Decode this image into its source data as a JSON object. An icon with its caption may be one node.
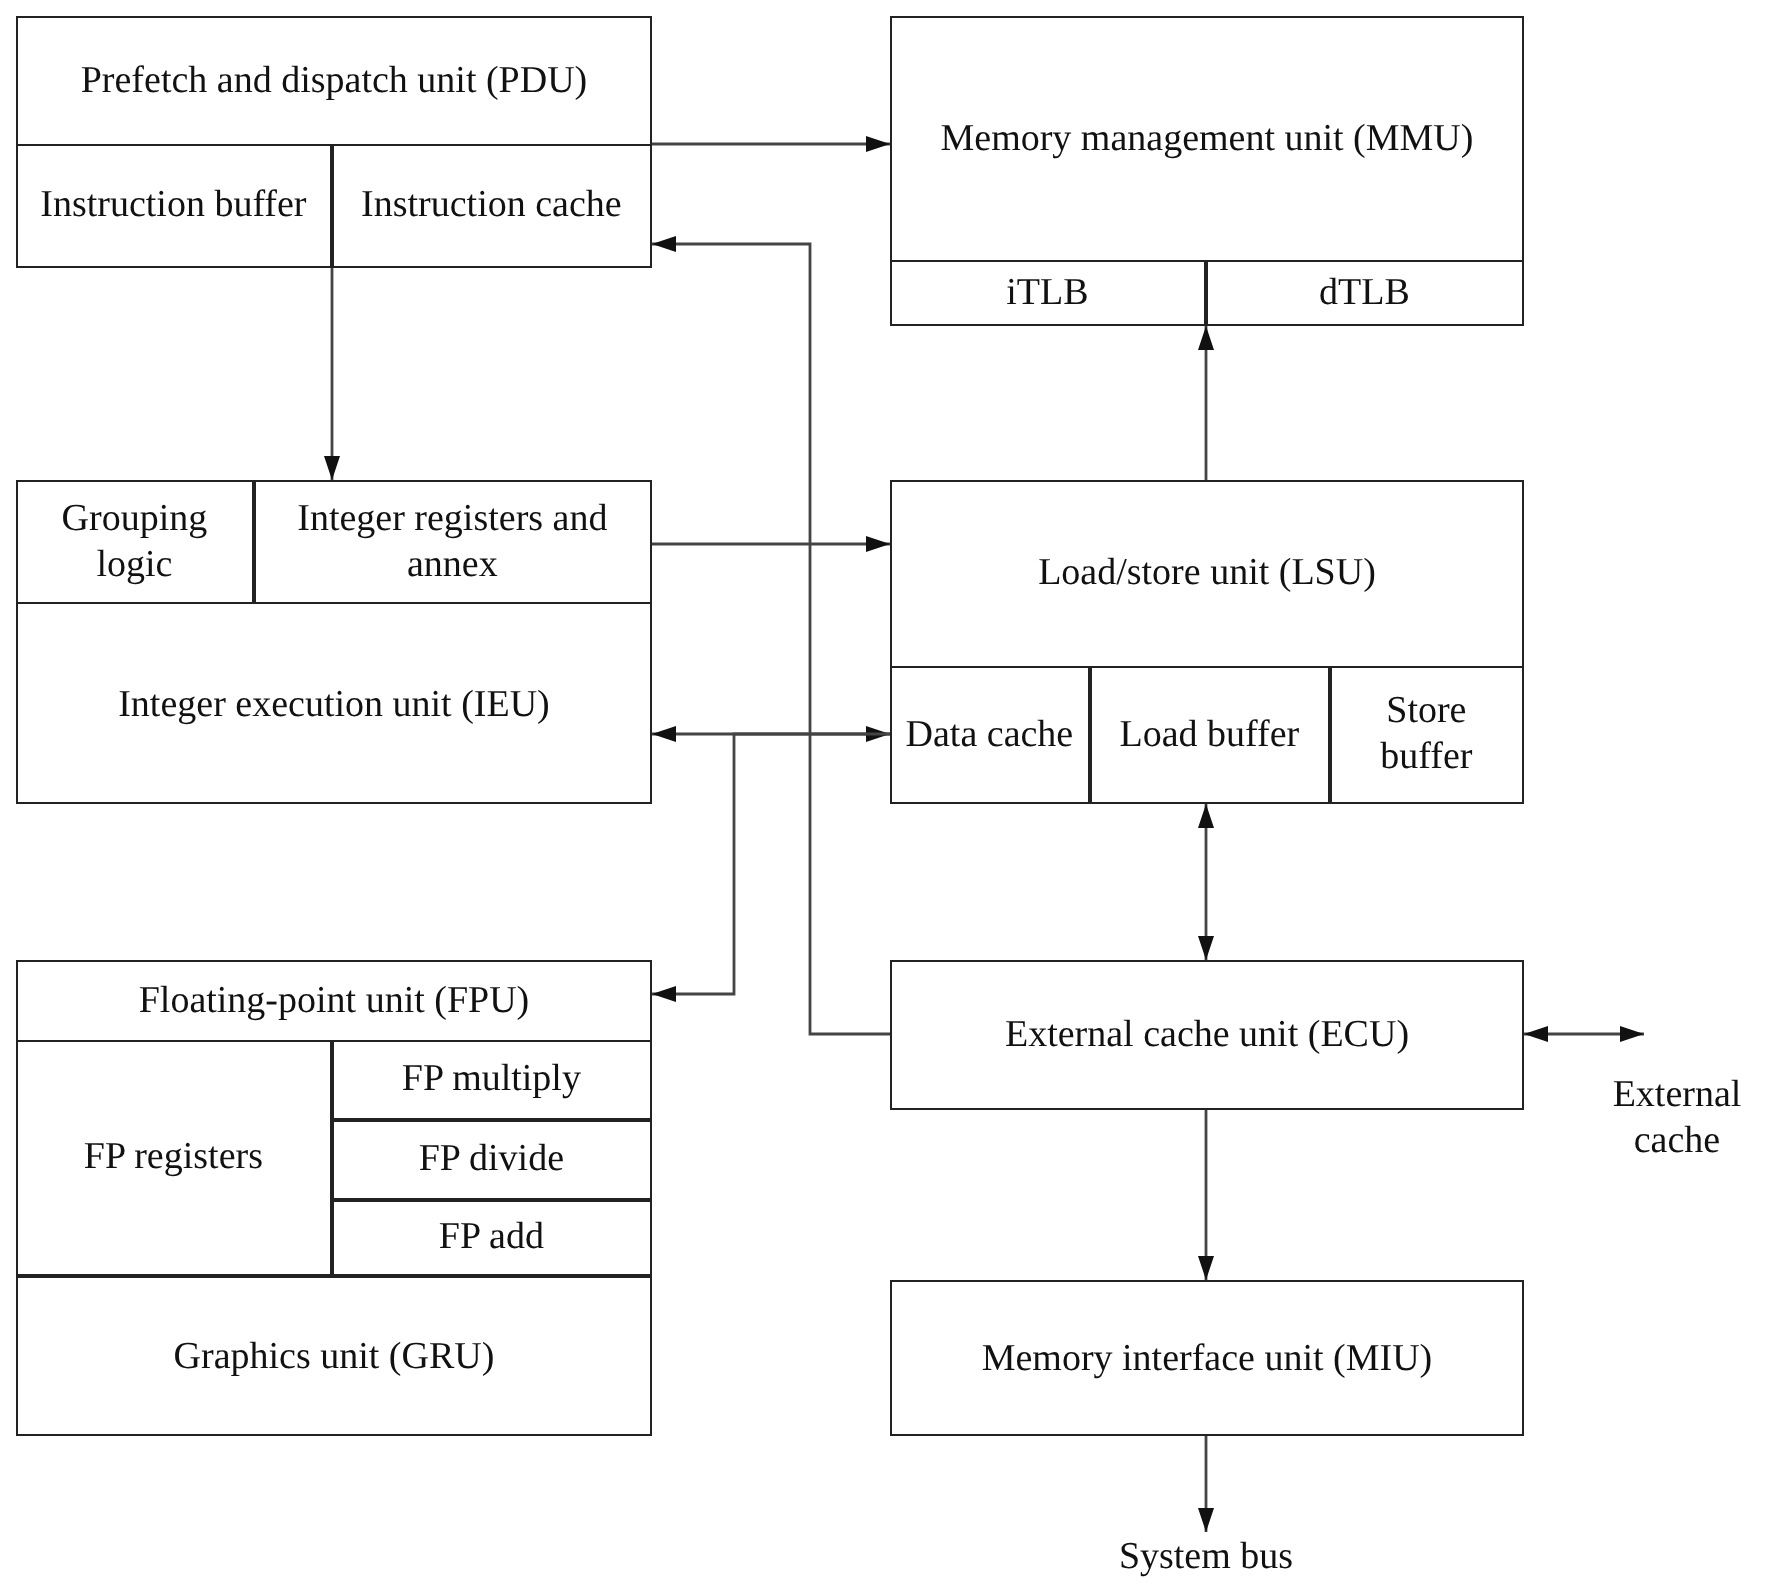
{
  "diagram": {
    "nodes": [
      {
        "text": [
          "Prefetch and dispatch unit (PDU)"
        ]
      },
      {
        "text": [
          "Instruction buffer"
        ],
        "in": 0
      },
      {
        "text": [
          "Instruction cache"
        ],
        "in": 0
      },
      {
        "text": [
          "Memory management unit (MMU)"
        ]
      },
      {
        "text": [
          "iTLB"
        ],
        "in": 3
      },
      {
        "text": [
          "dTLB"
        ],
        "in": 3
      },
      {
        "text": [
          "Integer execution unit (IEU)"
        ]
      },
      {
        "text": [
          "Grouping logic"
        ],
        "in": 6
      },
      {
        "text": [
          "Integer registers and annex"
        ],
        "in": 6
      },
      {
        "text": [
          "Load/store unit (LSU)"
        ]
      },
      {
        "text": [
          "Data cache"
        ],
        "in": 9
      },
      {
        "text": [
          "Load buffer"
        ],
        "in": 9
      },
      {
        "text": [
          "Store buffer"
        ],
        "in": 9
      },
      {
        "text": [
          "Floating-point unit (FPU)"
        ]
      },
      {
        "text": [
          "FP registers"
        ],
        "in": 13
      },
      {
        "text": [
          "FP multiply"
        ],
        "in": 13
      },
      {
        "text": [
          "FP divide"
        ],
        "in": 13
      },
      {
        "text": [
          "FP add"
        ],
        "in": 13
      },
      {
        "text": [
          "Graphics unit (GRU)"
        ]
      },
      {
        "text": [
          "External cache unit (ECU)"
        ]
      },
      {
        "text": [
          "External cache"
        ]
      },
      {
        "text": [
          "Memory interface unit (MIU)"
        ]
      },
      {
        "text": [
          "System bus"
        ]
      }
    ],
    "edges": [
      {
        "from": 0,
        "to": 3,
        "arrow": "to"
      },
      {
        "from": 19,
        "to": 2,
        "arrow": "to"
      },
      {
        "from": 0,
        "to": 6,
        "arrow": "to"
      },
      {
        "from": 8,
        "to": 9,
        "arrow": "to"
      },
      {
        "from": 9,
        "to": 3,
        "arrow": "to"
      },
      {
        "from": 6,
        "to": 10,
        "arrow": "both"
      },
      {
        "from": 10,
        "to": 13,
        "arrow": "to"
      },
      {
        "from": 11,
        "to": 19,
        "arrow": "both"
      },
      {
        "from": 19,
        "to": 20,
        "arrow": "both"
      },
      {
        "from": 19,
        "to": 21,
        "arrow": "to"
      },
      {
        "from": 21,
        "to": 22,
        "arrow": "to"
      }
    ]
  }
}
